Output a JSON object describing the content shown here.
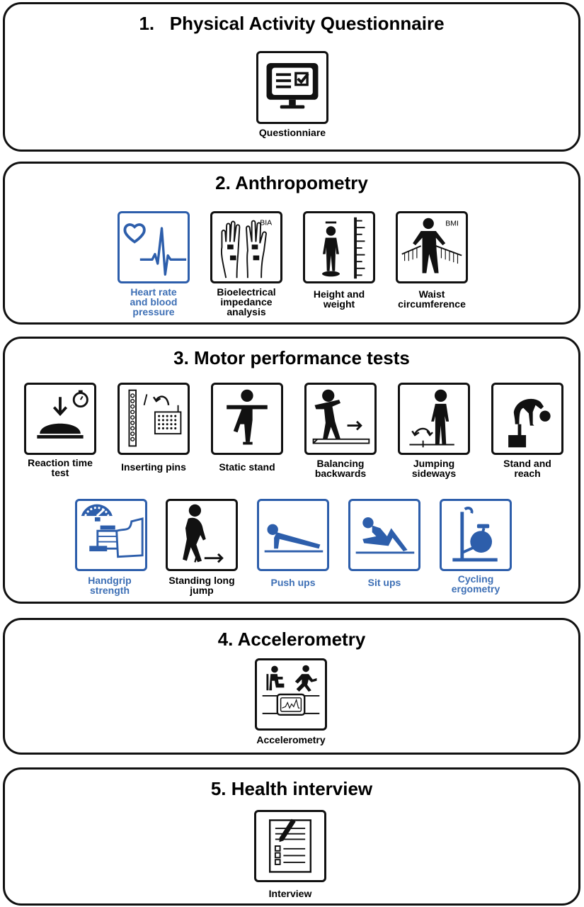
{
  "colors": {
    "black": "#111111",
    "blue": "#2d5eab",
    "blue_text": "#3d6fb5"
  },
  "sections": [
    {
      "title": "1.   Physical Activity Questionnaire",
      "items": [
        {
          "label": "Questionniare",
          "icon": "monitor-checklist-icon",
          "color": "black"
        }
      ]
    },
    {
      "title": "2. Anthropometry",
      "items": [
        {
          "label": "Heart rate\nand blood\npressure",
          "icon": "heart-pulse-icon",
          "color": "blue"
        },
        {
          "label": "Bioelectrical\nimpedance\nanalysis",
          "icon": "hands-electrodes-icon",
          "color": "black",
          "badge": "BIA"
        },
        {
          "label": "Height and\nweight",
          "icon": "height-scale-icon",
          "color": "black"
        },
        {
          "label": "Waist\ncircumference",
          "icon": "waist-tape-icon",
          "color": "black",
          "badge": "BMI"
        }
      ]
    },
    {
      "title": "3. Motor performance tests",
      "items": [
        {
          "label": "Reaction time\ntest",
          "icon": "reaction-button-stopwatch-icon",
          "color": "black"
        },
        {
          "label": "Inserting pins",
          "icon": "pin-board-icon",
          "color": "black"
        },
        {
          "label": "Static stand",
          "icon": "one-leg-stand-icon",
          "color": "black"
        },
        {
          "label": "Balancing\nbackwards",
          "icon": "balance-beam-icon",
          "color": "black"
        },
        {
          "label": "Jumping\nsideways",
          "icon": "side-jump-icon",
          "color": "black"
        },
        {
          "label": "Stand and\nreach",
          "icon": "stand-reach-icon",
          "color": "black"
        },
        {
          "label": "Handgrip\nstrength",
          "icon": "handgrip-dynamometer-icon",
          "color": "blue"
        },
        {
          "label": "Standing long\njump",
          "icon": "long-jump-icon",
          "color": "black"
        },
        {
          "label": "Push ups",
          "icon": "push-up-icon",
          "color": "blue"
        },
        {
          "label": "Sit ups",
          "icon": "sit-up-icon",
          "color": "blue"
        },
        {
          "label": "Cycling\nergometry",
          "icon": "exercise-bike-icon",
          "color": "blue"
        }
      ]
    },
    {
      "title": "4. Accelerometry",
      "items": [
        {
          "label": "Accelerometry",
          "icon": "accelerometer-activity-icon",
          "color": "black"
        }
      ]
    },
    {
      "title": "5. Health interview",
      "items": [
        {
          "label": "Interview",
          "icon": "interview-form-icon",
          "color": "black"
        }
      ]
    }
  ]
}
